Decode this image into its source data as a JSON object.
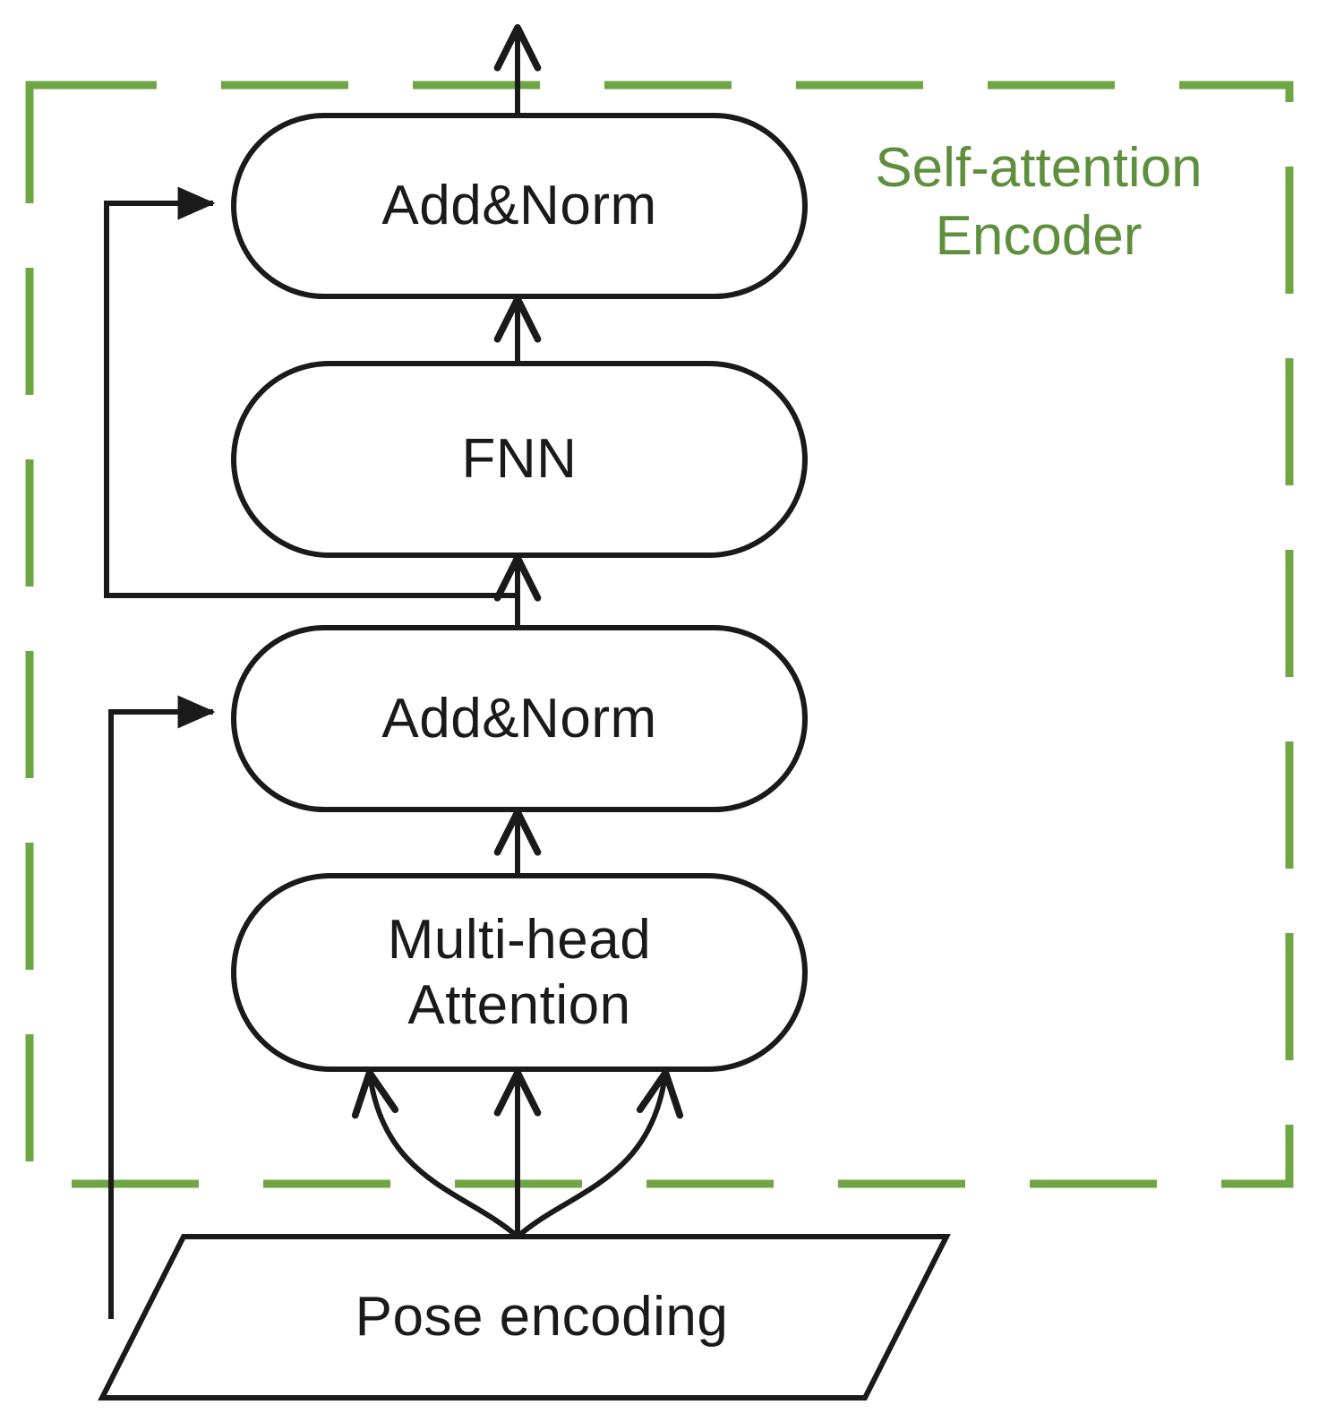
{
  "diagram": {
    "title": "Self-attention Encoder block",
    "colors": {
      "stroke": "#1a1a1a",
      "group_border": "#6fa644",
      "group_label": "#5e8f3c",
      "node_fill": "#ffffff",
      "background": "#ffffff"
    },
    "group": {
      "label": "Self-attention\nEncoder",
      "border_style": "dashed",
      "border_color": "#6fa644"
    },
    "nodes": [
      {
        "id": "add-norm-top",
        "label": "Add&Norm",
        "shape": "rounded-rectangle"
      },
      {
        "id": "fnn",
        "label": "FNN",
        "shape": "rounded-rectangle"
      },
      {
        "id": "add-norm-bottom",
        "label": "Add&Norm",
        "shape": "rounded-rectangle"
      },
      {
        "id": "multi-head-attention",
        "label": "Multi-head\nAttention",
        "shape": "rounded-rectangle"
      },
      {
        "id": "pose-encoding",
        "label": "Pose encoding",
        "shape": "parallelogram"
      }
    ],
    "edges": [
      {
        "from": "add-norm-top",
        "to": "output",
        "type": "arrow-up"
      },
      {
        "from": "fnn",
        "to": "add-norm-top",
        "type": "arrow-up"
      },
      {
        "from": "add-norm-bottom",
        "to": "fnn",
        "type": "arrow-up"
      },
      {
        "from": "multi-head-attention",
        "to": "add-norm-bottom",
        "type": "arrow-up"
      },
      {
        "from": "pose-encoding",
        "to": "multi-head-attention",
        "type": "three-branch-arrows"
      },
      {
        "from": "add-norm-bottom-out",
        "to": "add-norm-top",
        "type": "residual-arrow"
      },
      {
        "from": "pose-encoding",
        "to": "add-norm-bottom",
        "type": "residual-arrow"
      }
    ]
  }
}
